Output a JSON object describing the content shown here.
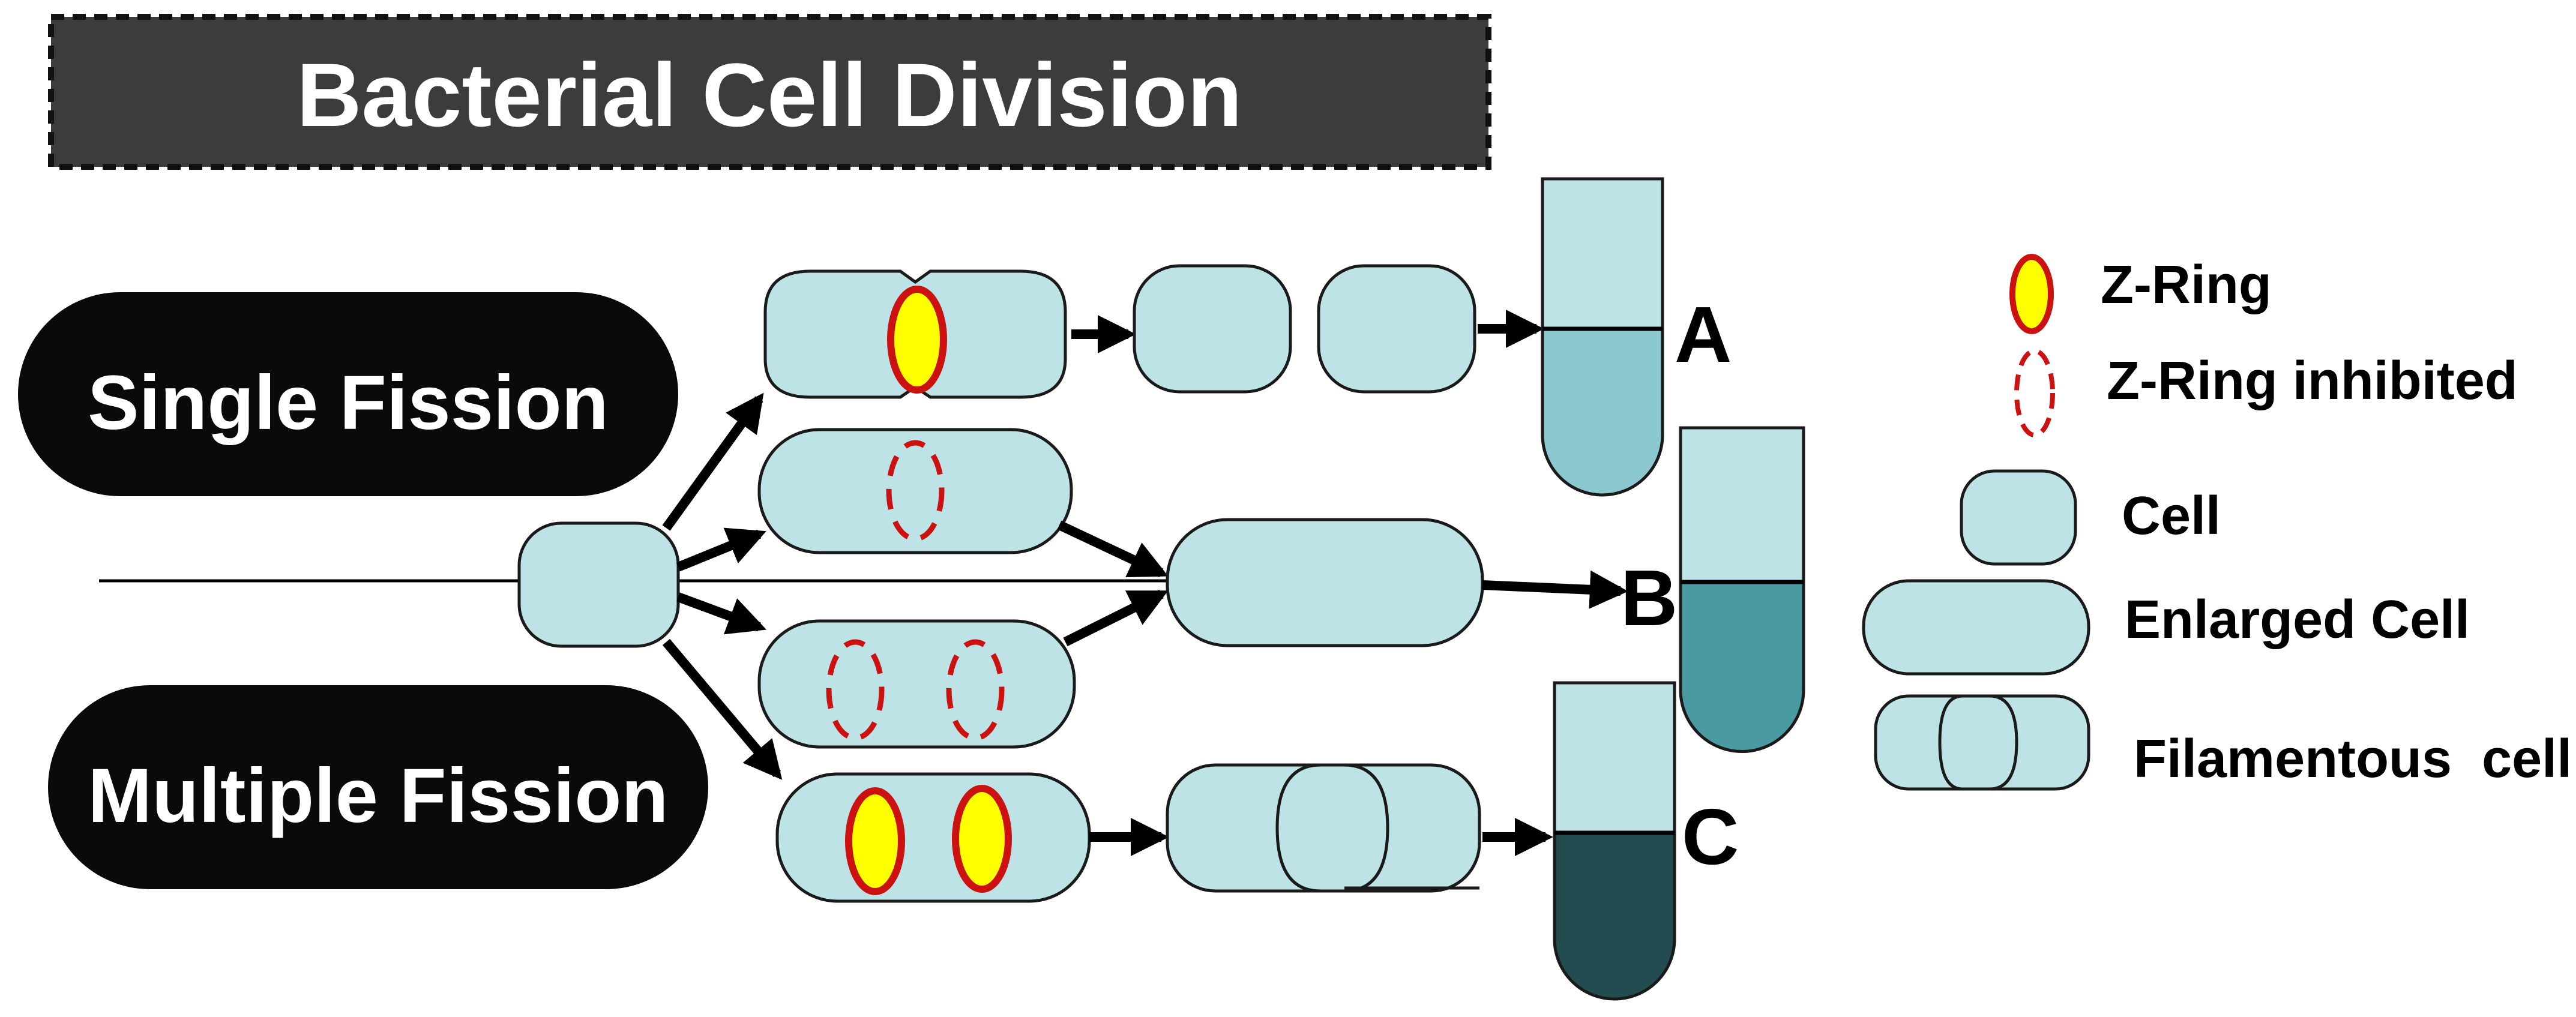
{
  "title": "Bacterial Cell Division",
  "labels": {
    "single_fission": "Single Fission",
    "multiple_fission": "Multiple Fission"
  },
  "tubes": [
    {
      "letter": "A",
      "color": "#8cc8d0"
    },
    {
      "letter": "B",
      "color": "#4a9aa2"
    },
    {
      "letter": "C",
      "color": "#234c50"
    }
  ],
  "legend": {
    "z_ring": "Z-Ring",
    "z_ring_inhibited": "Z-Ring inhibited",
    "cell": "Cell",
    "enlarged_cell": "Enlarged Cell",
    "filamentous_cell": "Filamentous  cell"
  },
  "colors": {
    "title_box": "#3c3c3c",
    "pill": "#0a0a0a",
    "cell_fill": "#bde3e6",
    "tube_top": "#bde3e6",
    "z_ring_fill": "#ffff00",
    "z_ring_stroke": "#cc1111"
  }
}
